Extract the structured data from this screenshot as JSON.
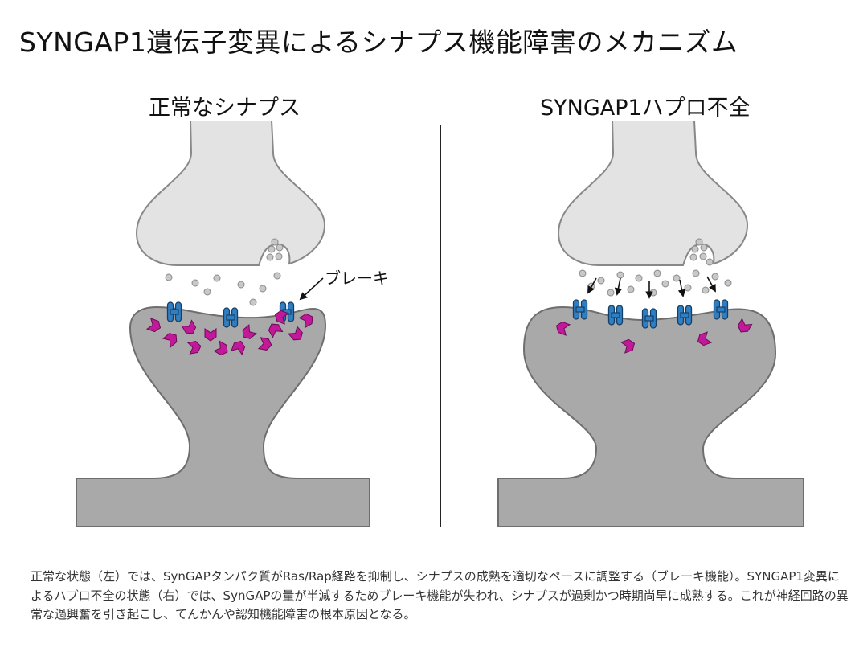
{
  "title": "SYNGAP1遺伝子変異によるシナプス機能障害のメカニズム",
  "panels": {
    "left": {
      "title": "正常なシナプス",
      "annotation": "ブレーキ"
    },
    "right": {
      "title": "SYNGAP1ハプロ不全"
    }
  },
  "caption": "正常な状態（左）では、SynGAPタンパク質がRas/Rap経路を抑制し、シナプスの成熟を適切なペースに調整する（ブレーキ機能）。SYNGAP1変異によるハプロ不全の状態（右）では、SynGAPの量が半減するためブレーキ機能が失われ、シナプスが過剰かつ時期尚早に成熟する。これが神経回路の異常な過興奮を引き起こし、てんかんや認知機能障害の根本原因となる。",
  "colors": {
    "presynaptic": "#e3e3e3",
    "postsynaptic": "#a9a9a9",
    "receptor": "#2f7fc4",
    "synGAP": "#c2199a",
    "vesicle": "#c8c8c8"
  },
  "icons": [
    "receptor-icon",
    "syngap-protein-icon",
    "arrow-icon"
  ]
}
